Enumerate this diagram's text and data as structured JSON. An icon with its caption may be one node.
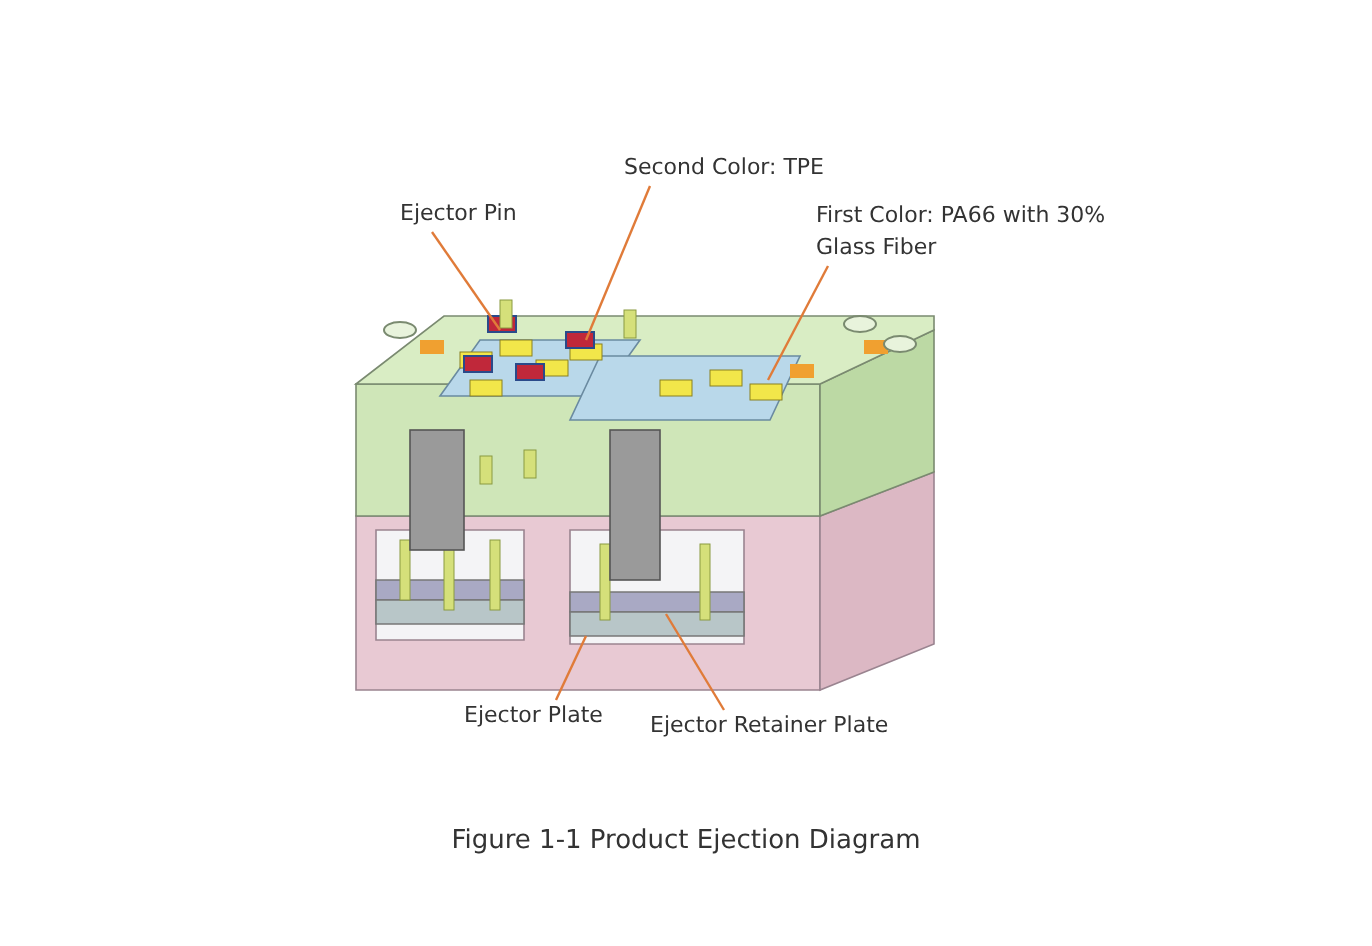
{
  "diagram": {
    "caption": "Figure 1-1 Product Ejection Diagram",
    "nodes": [
      {
        "text": [
          "Ejector Pin"
        ]
      },
      {
        "text": [
          "Second Color: TPE"
        ]
      },
      {
        "text": [
          "First Color: PA66 with 30% Glass Fiber"
        ]
      },
      {
        "text": [
          "Ejector Plate"
        ]
      },
      {
        "text": [
          "Ejector Retainer Plate"
        ]
      }
    ],
    "edges": [
      {
        "from": 0,
        "to": null,
        "arrow": "none"
      },
      {
        "from": 1,
        "to": null,
        "arrow": "none"
      },
      {
        "from": 2,
        "to": null,
        "arrow": "none"
      },
      {
        "from": 3,
        "to": null,
        "arrow": "none"
      },
      {
        "from": 4,
        "to": null,
        "arrow": "none"
      }
    ]
  }
}
